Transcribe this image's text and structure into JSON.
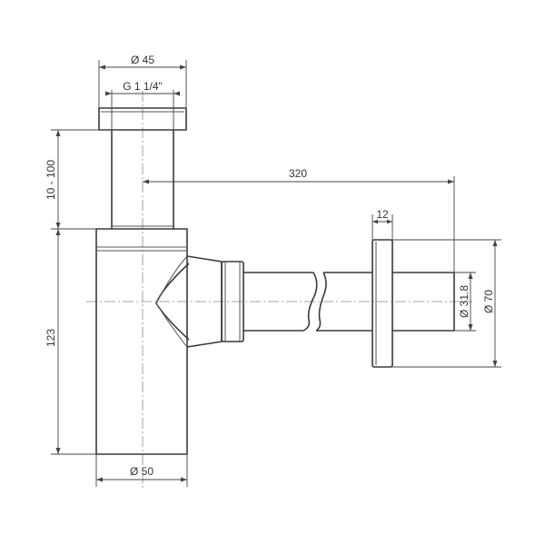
{
  "drawing": {
    "subject": "bottle-trap"
  },
  "dimensions": {
    "top_diameter": "Ø 45",
    "thread": "G 1 1/4\"",
    "stem_length": "10 - 100",
    "body_height": "123",
    "pipe_length": "320",
    "flange_thickness": "12",
    "pipe_diameter": "Ø 31.8",
    "flange_diameter": "Ø 70",
    "body_diameter": "Ø 50"
  }
}
